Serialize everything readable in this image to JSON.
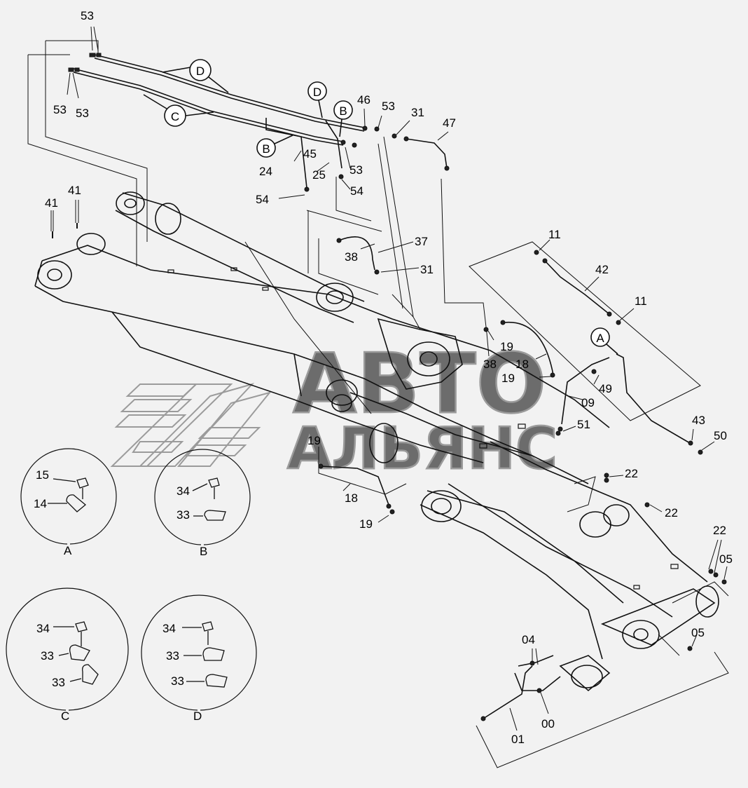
{
  "watermark": {
    "line1": "АВТО",
    "line2": "АЛЬЯНС"
  },
  "callout_letters": [
    "A",
    "B",
    "C",
    "D"
  ],
  "part_numbers": {
    "p00": "00",
    "p01": "01",
    "p04": "04",
    "p05": "05",
    "p09": "09",
    "p11": "11",
    "p14": "14",
    "p15": "15",
    "p18": "18",
    "p19": "19",
    "p22": "22",
    "p24": "24",
    "p25": "25",
    "p31": "31",
    "p33": "33",
    "p34": "34",
    "p37": "37",
    "p38": "38",
    "p41": "41",
    "p42": "42",
    "p43": "43",
    "p45": "45",
    "p46": "46",
    "p47": "47",
    "p49": "49",
    "p50": "50",
    "p51": "51",
    "p53": "53",
    "p54": "54"
  },
  "detail_views": [
    {
      "letter": "A",
      "parts": [
        "15",
        "14"
      ]
    },
    {
      "letter": "B",
      "parts": [
        "34",
        "33"
      ]
    },
    {
      "letter": "C",
      "parts": [
        "34",
        "33",
        "33"
      ]
    },
    {
      "letter": "D",
      "parts": [
        "34",
        "33",
        "33"
      ]
    }
  ]
}
